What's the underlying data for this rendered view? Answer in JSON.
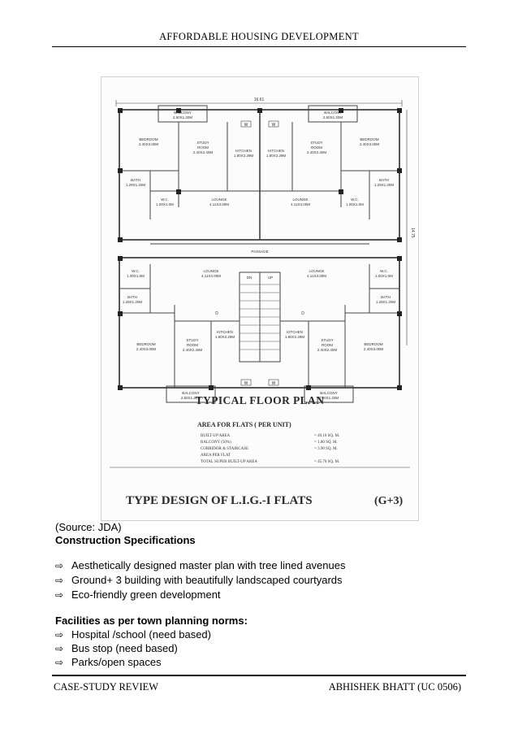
{
  "header": {
    "title": "AFFORDABLE HOUSING DEVELOPMENT"
  },
  "figure": {
    "dimension_top": "16.61",
    "dimension_side": "14.75",
    "plan_title": "TYPICAL FLOOR PLAN",
    "area_heading": "AREA FOR FLATS ( PER UNIT)",
    "area_rows": [
      {
        "label": "BUILT-UP AREA",
        "value": "= 40.10 SQ. M."
      },
      {
        "label": "BALCONY (50%)",
        "value": "= 1.80 SQ. M."
      },
      {
        "label": "CORRIDOR & STAIRCASE",
        "value": "= 3.90 SQ. M."
      },
      {
        "label": "AREA PER FLAT",
        "value": ""
      },
      {
        "label": "TOTAL SUPER BUILT-UP AREA",
        "value": "= 45.70 SQ. M."
      }
    ],
    "design_title": "TYPE DESIGN OF L.I.G.-I FLATS",
    "design_suffix": "(G+3)",
    "rooms": {
      "balcony_top": "BALCONY",
      "balcony_top_dim": "2.50X1.20M",
      "bedroom": "BEDROOM",
      "bedroom_dim": "2.40X3.00M",
      "study": "STUDY",
      "study2": "ROOM",
      "study_dim": "2.40X2.40M",
      "kitchen": "KITCHEN",
      "kitchen_dim": "1.80X2.29M",
      "bath": "BATH",
      "bath_dim": "1.29X1.20M",
      "wc": "W.C.",
      "wc_dim": "1.00X1.0M",
      "lounge": "LOUNGE",
      "lounge_dim": "4.11X3.00M",
      "passage": "PASSAGE",
      "dn": "DN",
      "up": "UP",
      "w": "W",
      "d": "D",
      "balcony_bottom": "BALCONY",
      "balcony_bottom_dim": "2.50X1.20M"
    }
  },
  "source": "(Source: JDA)",
  "construction": {
    "heading": "Construction Specifications",
    "items": [
      "Aesthetically designed master plan with tree lined avenues",
      "Ground+ 3 building with beautifully  landscaped courtyards",
      "Eco-friendly green development"
    ]
  },
  "facilities": {
    "heading": "Facilities as per town planning norms:",
    "items": [
      "Hospital /school (need based)",
      "Bus stop (need based)",
      "Parks/open spaces"
    ]
  },
  "footer": {
    "left": "CASE-STUDY REVIEW",
    "right": "ABHISHEK BHATT (UC 0506)"
  }
}
